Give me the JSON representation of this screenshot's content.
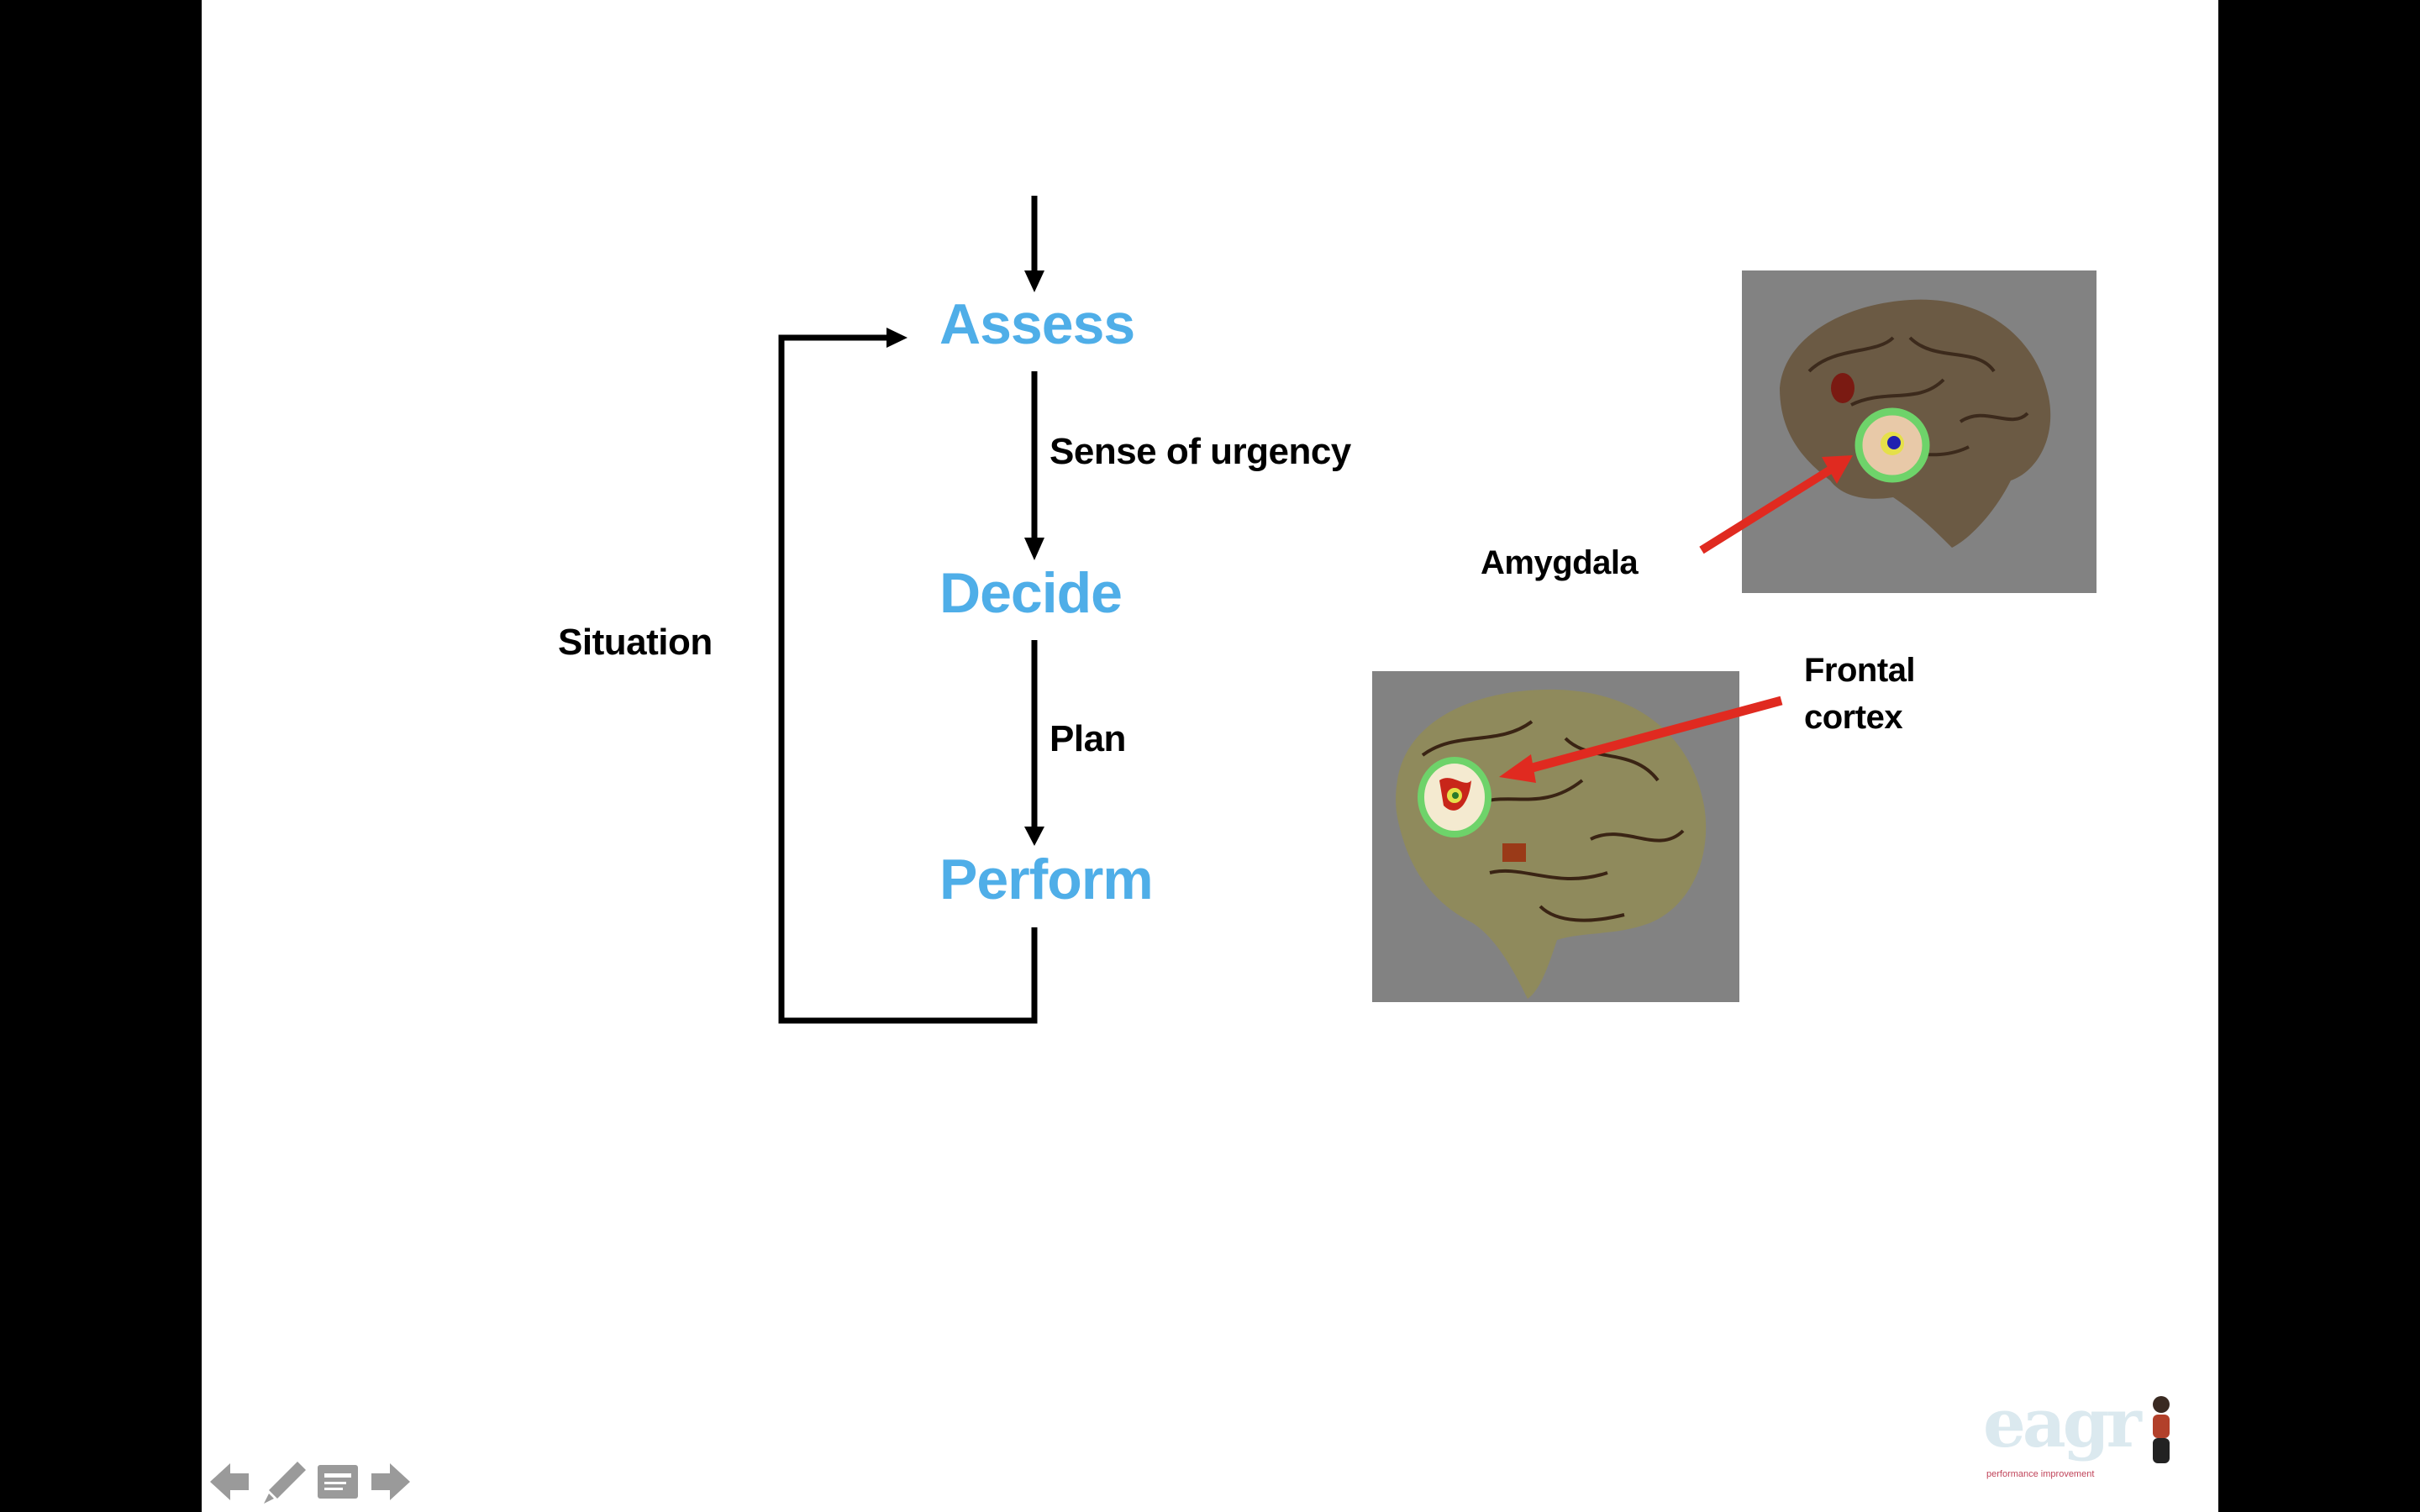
{
  "slide": {
    "steps": {
      "assess": "Assess",
      "decide": "Decide",
      "perform": "Perform"
    },
    "transitions": {
      "assess_to_decide": "Sense of urgency",
      "decide_to_perform": "Plan"
    },
    "loop_label": "Situation",
    "brain_labels": {
      "amygdala": "Amygdala",
      "frontal_line1": "Frontal",
      "frontal_line2": "cortex"
    },
    "colors": {
      "step_color": "#4faee8",
      "arrow_color": "#000000",
      "pointer_color": "#e02a20",
      "highlight_ring": "#6ed36a",
      "image_bg": "#828282"
    },
    "logo": {
      "wordmark": "eagr",
      "tagline": "performance improvement"
    }
  },
  "navigation": {
    "previous_icon": "arrow-left-icon",
    "pen_icon": "pencil-icon",
    "notes_icon": "notes-icon",
    "next_icon": "arrow-right-icon"
  }
}
